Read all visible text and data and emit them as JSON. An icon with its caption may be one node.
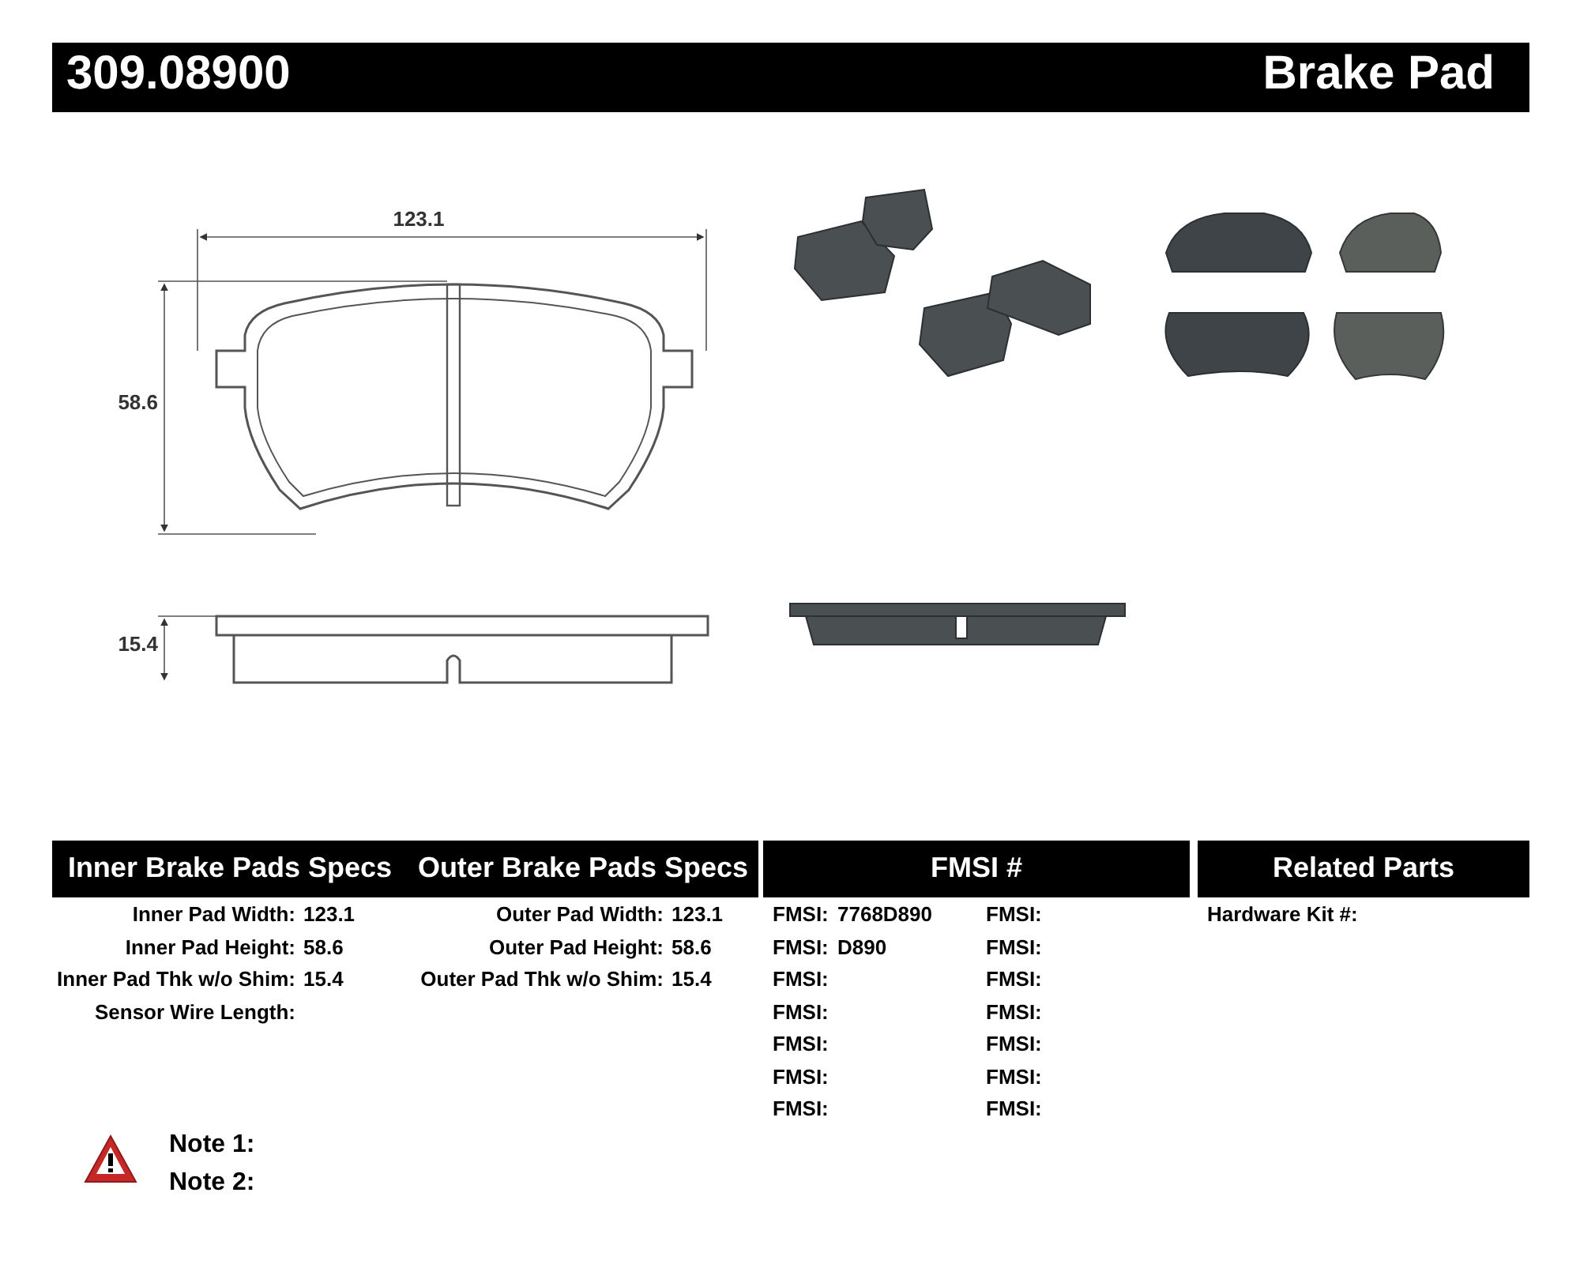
{
  "diagram": {
    "labels": [
      "309.08900",
      "Brake Pad",
      "123.1",
      "58.6",
      "15.4",
      "Inner Brake Pads Specs",
      "Outer Brake Pads Specs",
      "FMSI #",
      "Related Parts",
      "Inner Pad Width:",
      "123.1",
      "Outer Pad Width:",
      "123.1",
      "FMSI:",
      "7768D890",
      "FMSI:",
      "Hardware Kit #:",
      "Inner Pad Height:",
      "58.6",
      "Outer Pad Height:",
      "58.6",
      "FMSI:",
      "D890",
      "FMSI:",
      "Inner Pad Thk w/o Shim:",
      "15.4",
      "Outer Pad Thk w/o Shim:",
      "15.4",
      "FMSI:",
      "FMSI:",
      "Sensor Wire Length:",
      "FMSI:",
      "FMSI:",
      "FMSI:",
      "FMSI:",
      "FMSI:",
      "FMSI:",
      "FMSI:",
      "FMSI:",
      "Note 1:",
      "Note 2:"
    ]
  }
}
